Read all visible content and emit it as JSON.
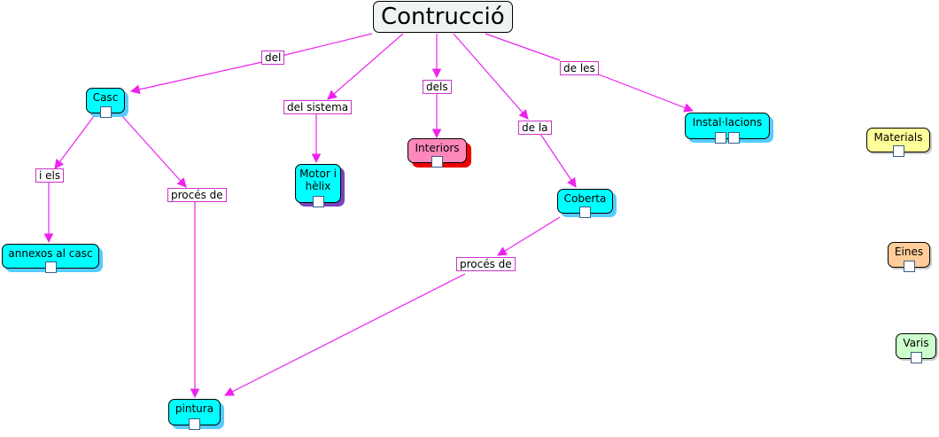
{
  "title": "Contrucció",
  "nodes": {
    "casc": "Casc",
    "motor": "Motor i hèlix",
    "interiors": "Interiors",
    "coberta": "Coberta",
    "instal": "Instal·lacions",
    "annexos": "annexos al casc",
    "pintura": "pintura",
    "materials": "Materials",
    "eines": "Eines",
    "varis": "Varis"
  },
  "links": {
    "del": "del",
    "del_sistema": "del sistema",
    "dels": "dels",
    "de_la": "de la",
    "de_les": "de les",
    "i_els": "i els",
    "proces_de_1": "procés de",
    "proces_de_2": "procés de"
  },
  "colors": {
    "cyan": "#00ffff",
    "pink": "#ff88bb",
    "yellow": "#ffff99",
    "orange": "#ffcc99",
    "green": "#ccffcc",
    "arrow": "#ee22ee"
  },
  "icons": {
    "subconcept": "submap-icon",
    "image": "image-icon"
  }
}
